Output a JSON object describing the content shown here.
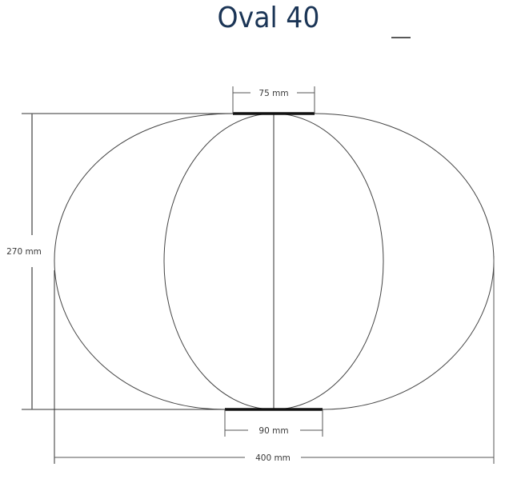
{
  "title": "Oval 40",
  "dimensions": {
    "top_diameter": "75 mm",
    "height": "270 mm",
    "bottom_diameter": "90 mm",
    "width": "400 mm"
  },
  "colors": {
    "title": "#1b3556",
    "lines": "#3a3a3a",
    "base_bars": "#111111"
  }
}
